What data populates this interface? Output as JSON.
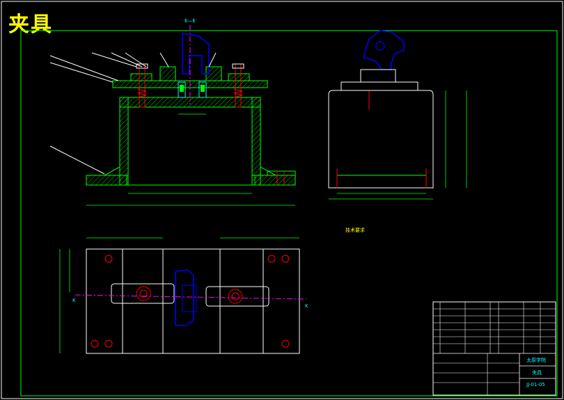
{
  "drawing": {
    "big_title": "夹具",
    "section_label": "E—E",
    "section_marker_left": "K",
    "section_marker_right": "K",
    "tech_req_title": "技术要求",
    "titleblock": {
      "school": "太原学院",
      "part_name": "夹具",
      "drawing_number": "JJ-01-05"
    }
  },
  "colors": {
    "background": "#000000",
    "frame": "#ffffff",
    "outline": "#00ff00",
    "centerline": "#ff00ff",
    "hidden": "#ff0000",
    "clamp": "#0000ff",
    "dimension": "#00ff00",
    "title_accent": "#ffff00",
    "table_text": "#00ffff"
  }
}
